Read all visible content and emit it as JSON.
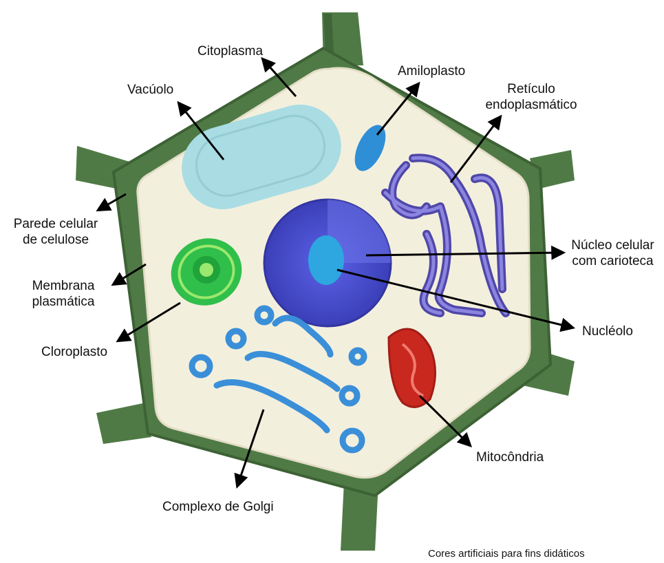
{
  "labels": {
    "citoplasma": "Citoplasma",
    "vacuolo": "Vacúolo",
    "amiloplasto": "Amiloplasto",
    "reticulo_line1": "Retículo",
    "reticulo_line2": "endoplasmático",
    "parede_line1": "Parede celular",
    "parede_line2": "de celulose",
    "membrana_line1": "Membrana",
    "membrana_line2": "plasmática",
    "cloroplasto": "Cloroplasto",
    "nucleo_line1": "Núcleo celular",
    "nucleo_line2": "com carioteca",
    "nucleolo": "Nucléolo",
    "mitocondria": "Mitocôndria",
    "golgi": "Complexo de Golgi"
  },
  "footnote": "Cores artificiais para fins didáticos",
  "colors": {
    "cell_wall": "#4f7a45",
    "cytoplasm": "#f3efdd",
    "vacuole": "#a9dce3",
    "amyloplast": "#2f8fd6",
    "er": "#6a62c9",
    "nucleus": "#4a4fd1",
    "nucleolus": "#2ea6e0",
    "chloroplast": "#2fbf4a",
    "golgi": "#3a8fd8",
    "mitochondria": "#c9281f"
  }
}
